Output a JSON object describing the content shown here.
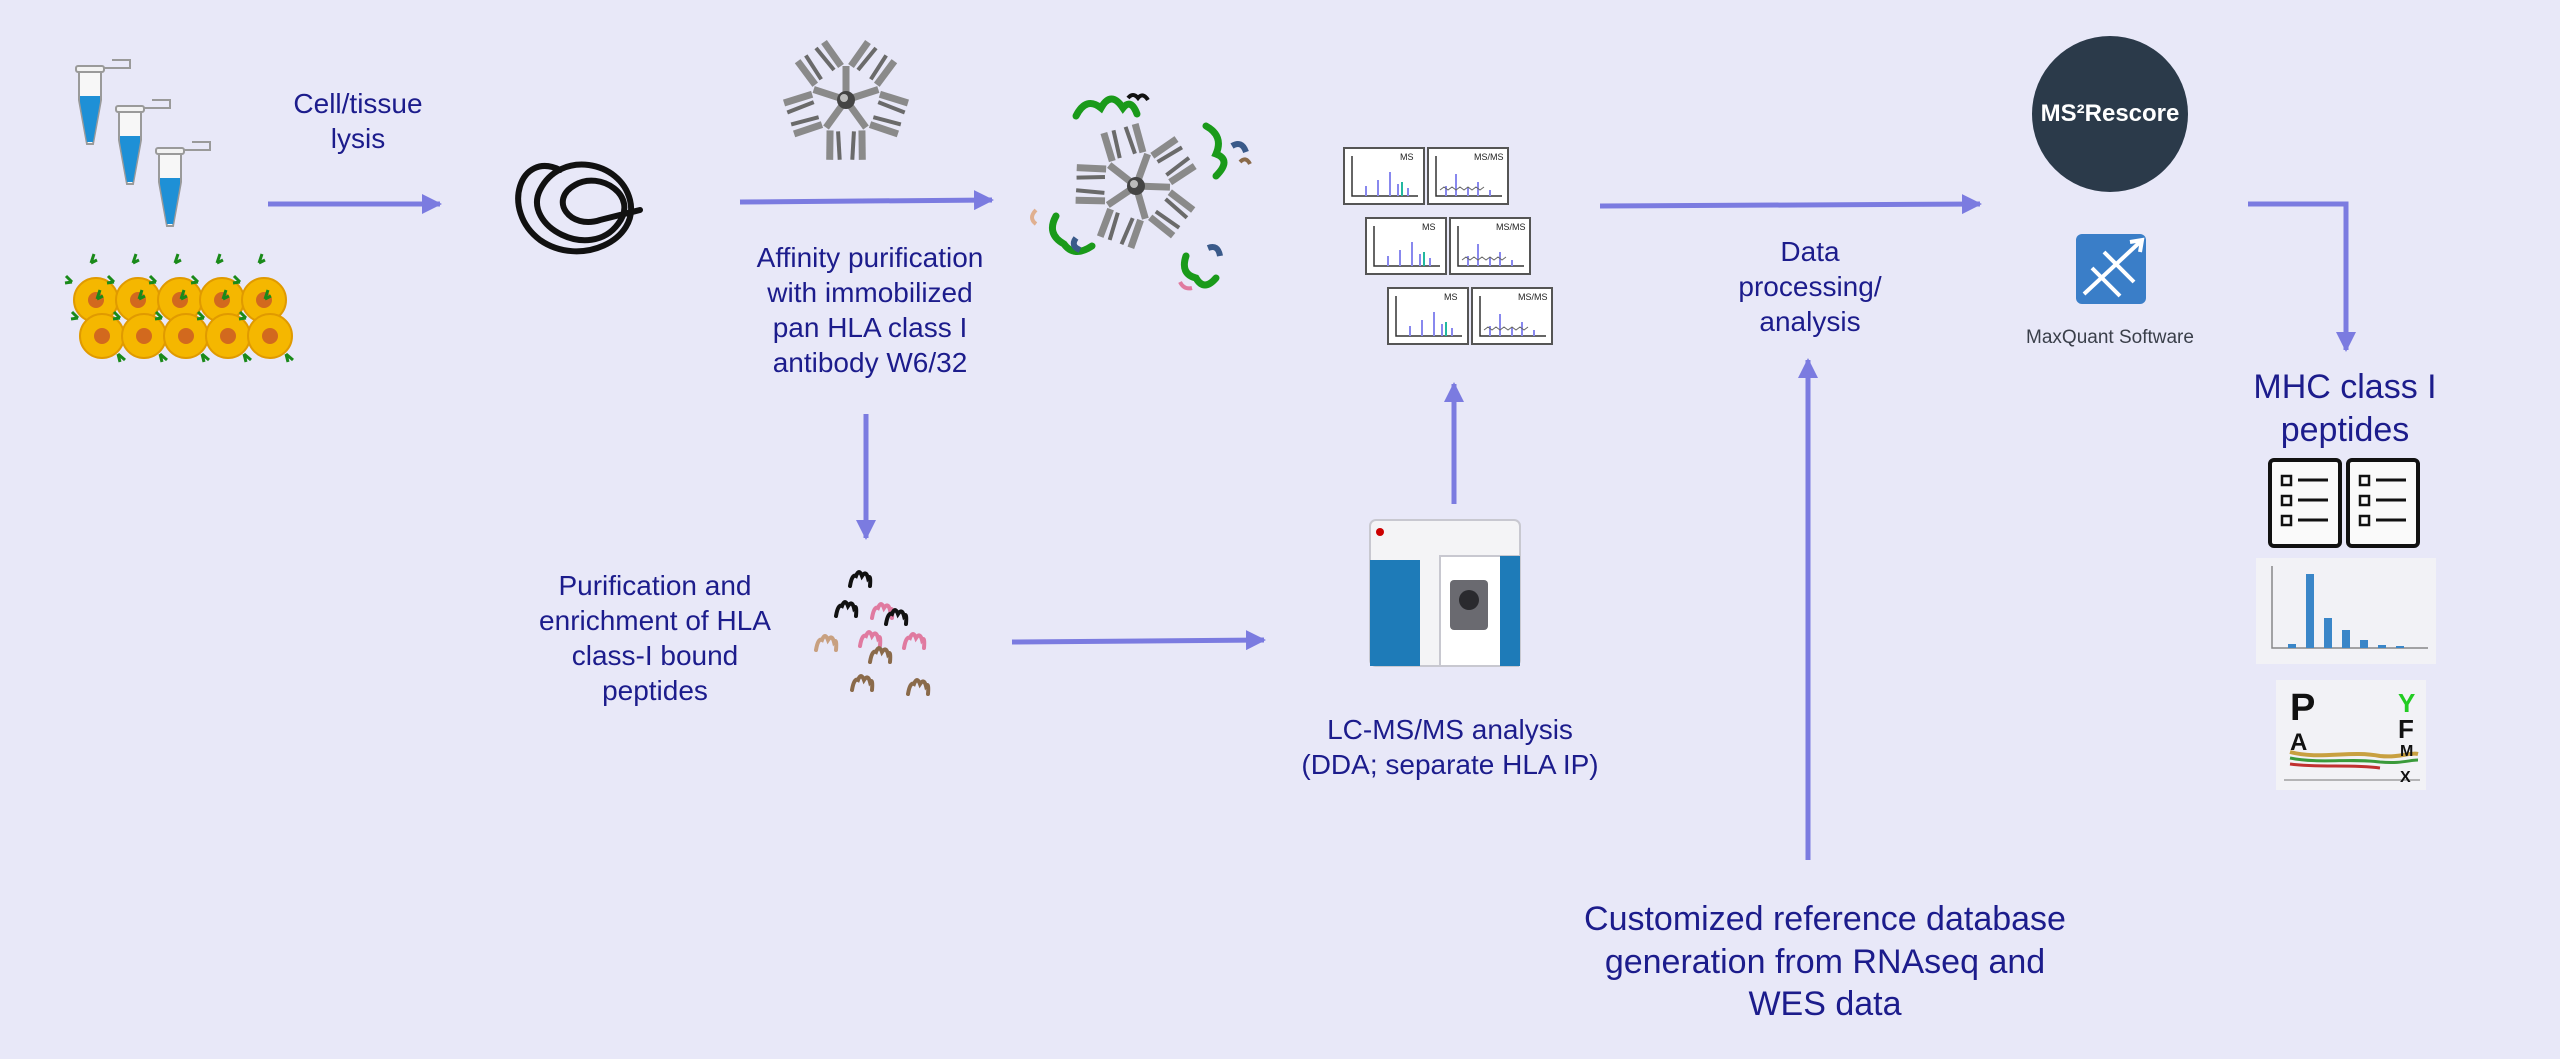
{
  "labels": {
    "lysis": "Cell/tissue\nlysis",
    "affinity": "Affinity purification\nwith immobilized\npan HLA class I\nantibody W6/32",
    "purification": "Purification and\nenrichment of HLA\nclass-I bound\npeptides",
    "lcms": "LC-MS/MS analysis\n(DDA; separate HLA IP)",
    "data_processing": "Data\nprocessing/\nanalysis",
    "reference_db": "Customized reference database\ngeneration from RNAseq and\nWES data",
    "mhc_peptides": "MHC class I\npeptides",
    "ms2rescore": "MS²Rescore",
    "maxquant": "MaxQuant Software"
  },
  "spectra_panels": {
    "ms": "MS",
    "msms": "MS/MS"
  },
  "logo_letters": [
    "P",
    "A",
    "Y",
    "F",
    "M",
    "X"
  ],
  "colors": {
    "background": "#e8e8f8",
    "arrow": "#7b7be0",
    "label_text": "#1c1c8c",
    "badge": "#2b3a4a",
    "tube_liquid": "#1e90d6",
    "cell": "#f5b700",
    "antibody": "#8a8a8a",
    "peptide_green": "#1a9a1a"
  },
  "icons": [
    "tube-icon",
    "cell-cluster-icon",
    "dna-squiggle-icon",
    "antibody-icon",
    "bead-antibody-complex-icon",
    "spectra-panel-icon",
    "mass-spectrometer-icon",
    "peptide-icon",
    "maxquant-icon",
    "checklist-icon",
    "histogram-icon",
    "sequence-logo-icon"
  ]
}
